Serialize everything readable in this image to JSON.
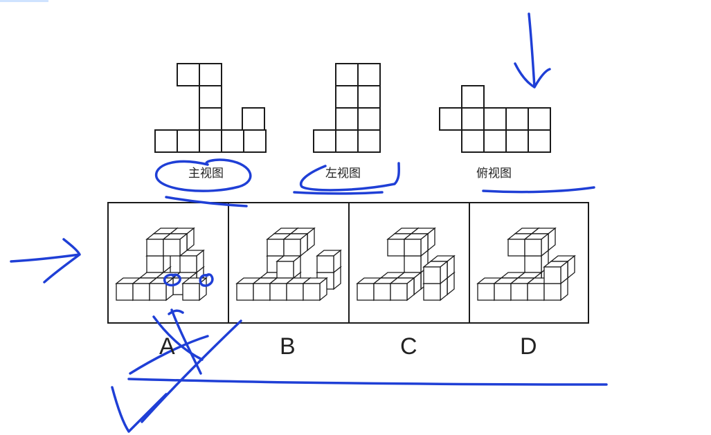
{
  "views": {
    "front": "主视图",
    "left": "左视图",
    "top": "俯视图"
  },
  "options": [
    "A",
    "B",
    "C",
    "D"
  ],
  "ink_color": "#1f3fd6",
  "accent_corner": "#cfe3ff"
}
